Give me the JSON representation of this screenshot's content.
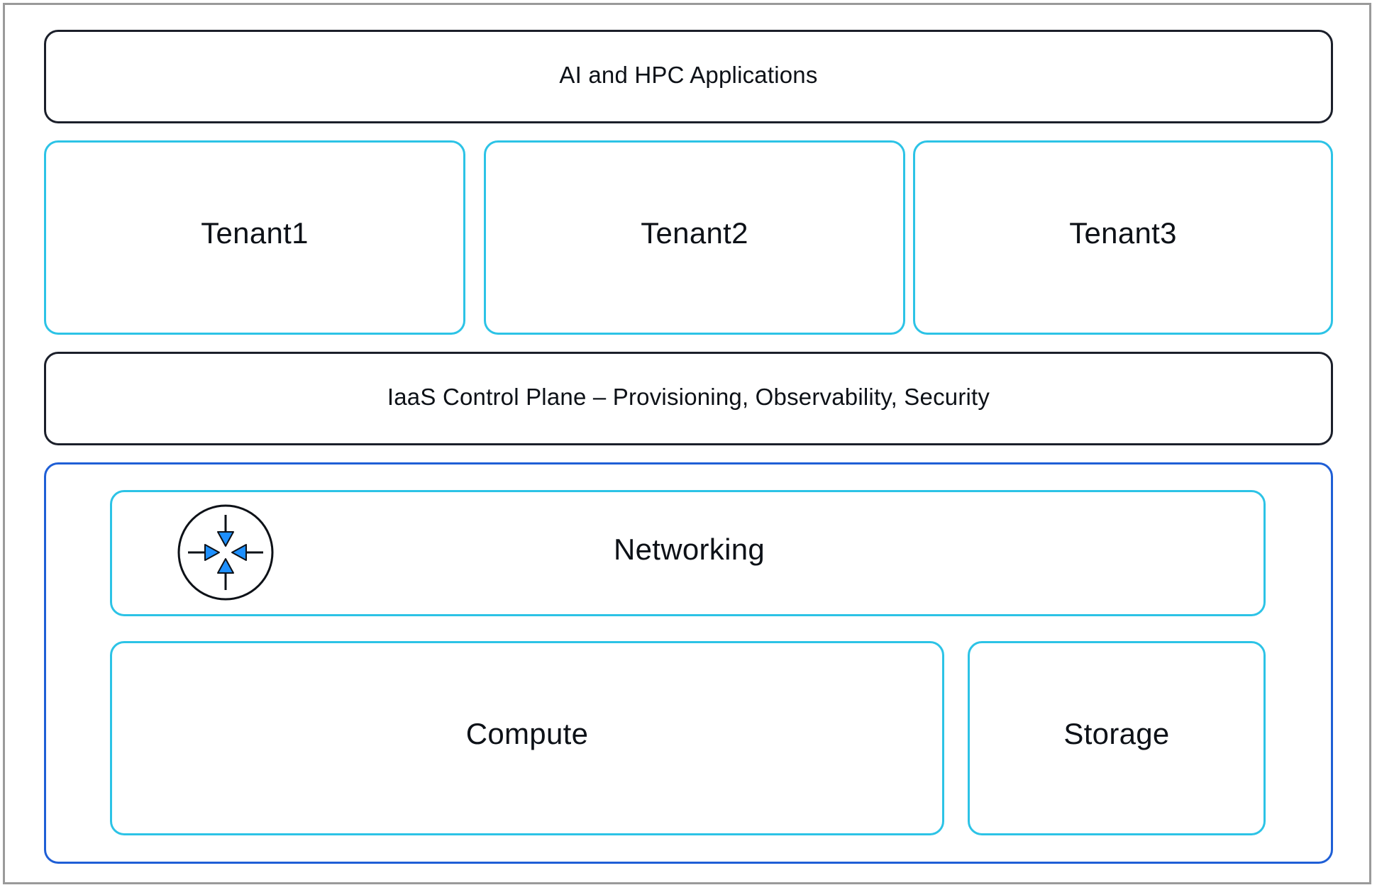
{
  "layers": {
    "applications": "AI and HPC Applications",
    "tenants": [
      "Tenant1",
      "Tenant2",
      "Tenant3"
    ],
    "control_plane": "IaaS Control Plane – Provisioning, Observability, Security",
    "infrastructure": {
      "networking": "Networking",
      "compute": "Compute",
      "storage": "Storage"
    }
  },
  "icons": {
    "networking": "router-icon"
  },
  "colors": {
    "dark_border": "#1b1f2a",
    "cyan_border": "#2cc3e6",
    "blue_border": "#1f5fd6",
    "icon_fill": "#1e90ff"
  }
}
